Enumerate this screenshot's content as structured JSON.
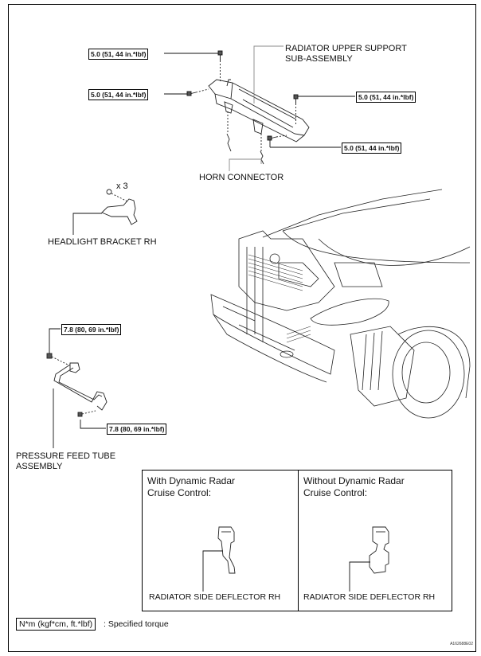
{
  "diagram": {
    "parts": {
      "radiator_upper_support": [
        "RADIATOR UPPER SUPPORT",
        "SUB-ASSEMBLY"
      ],
      "horn_connector": "HORN CONNECTOR",
      "headlight_bracket": "HEADLIGHT BRACKET RH",
      "headlight_bracket_qty": "x 3",
      "pressure_feed_tube": [
        "PRESSURE FEED TUBE",
        "ASSEMBLY"
      ]
    },
    "torque_labels": {
      "upper_top": "5.0 (51, 44 in.*lbf)",
      "upper_left": "5.0 (51, 44 in.*lbf)",
      "upper_right": "5.0 (51, 44 in.*lbf)",
      "upper_lower_right": "5.0 (51, 44 in.*lbf)",
      "tube_top": "7.8 (80, 69 in.*lbf)",
      "tube_bottom": "7.8 (80, 69 in.*lbf)"
    },
    "panels": [
      {
        "title": [
          "With Dynamic Radar",
          "Cruise Control:"
        ],
        "part_label": "RADIATOR SIDE DEFLECTOR RH"
      },
      {
        "title": [
          "Without Dynamic Radar",
          "Cruise Control:"
        ],
        "part_label": "RADIATOR SIDE DEFLECTOR RH"
      }
    ],
    "legend": {
      "unit_box": "N*m (kgf*cm, ft.*lbf)",
      "description": ": Specified torque"
    },
    "figure_id": "A162688E02"
  }
}
